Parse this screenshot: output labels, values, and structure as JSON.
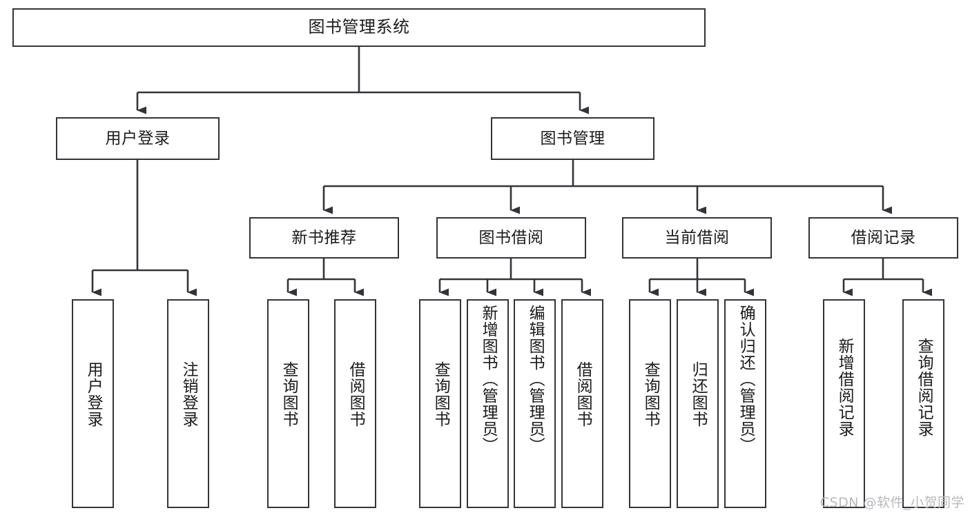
{
  "diagram": {
    "type": "tree-hierarchy",
    "title": "图书管理系统",
    "root": {
      "id": "root",
      "label": "图书管理系统"
    },
    "level2": [
      {
        "id": "user-login",
        "label": "用户登录"
      },
      {
        "id": "book-manage",
        "label": "图书管理"
      }
    ],
    "level3": [
      {
        "id": "new-book-rec",
        "label": "新书推荐",
        "parent": "book-manage"
      },
      {
        "id": "book-borrow",
        "label": "图书借阅",
        "parent": "book-manage"
      },
      {
        "id": "current-borrow",
        "label": "当前借阅",
        "parent": "book-manage"
      },
      {
        "id": "borrow-record",
        "label": "借阅记录",
        "parent": "book-manage"
      }
    ],
    "leaves": [
      {
        "id": "leaf-user-login",
        "label": "用户登录",
        "parent": "user-login"
      },
      {
        "id": "leaf-logout",
        "label": "注销登录",
        "parent": "user-login"
      },
      {
        "id": "leaf-query-book-1",
        "label": "查询图书",
        "parent": "new-book-rec"
      },
      {
        "id": "leaf-borrow-book-1",
        "label": "借阅图书",
        "parent": "new-book-rec"
      },
      {
        "id": "leaf-query-book-2",
        "label": "查询图书",
        "parent": "book-borrow"
      },
      {
        "id": "leaf-add-book",
        "label": "新增图书（管理员）",
        "parent": "book-borrow"
      },
      {
        "id": "leaf-edit-book",
        "label": "编辑图书（管理员）",
        "parent": "book-borrow"
      },
      {
        "id": "leaf-borrow-book-2",
        "label": "借阅图书",
        "parent": "book-borrow"
      },
      {
        "id": "leaf-query-book-3",
        "label": "查询图书",
        "parent": "current-borrow"
      },
      {
        "id": "leaf-return-book",
        "label": "归还图书",
        "parent": "current-borrow"
      },
      {
        "id": "leaf-confirm-return",
        "label": "确认归还（管理员）",
        "parent": "current-borrow"
      },
      {
        "id": "leaf-add-record",
        "label": "新增借阅记录",
        "parent": "borrow-record"
      },
      {
        "id": "leaf-query-record",
        "label": "查询借阅记录",
        "parent": "borrow-record"
      }
    ],
    "colors": {
      "stroke": "#33333a",
      "fill": "#ffffff",
      "text": "#1b1b1b",
      "watermark": "#b9b9bd"
    }
  },
  "watermark": {
    "text": "CSDN @软件_小贺同学"
  }
}
